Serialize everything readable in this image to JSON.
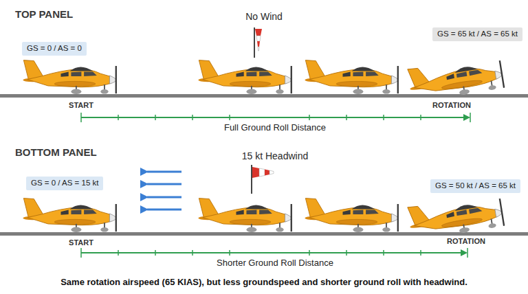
{
  "diagram": {
    "caption": "Same rotation airspeed (65 KIAS), but less groundspeed and shorter ground roll with headwind.",
    "nodes": [
      {
        "text": [
          "GS = 0 / AS = 0"
        ]
      },
      {
        "text": [
          "GS = 65 kt / AS = 65 kt"
        ]
      },
      {
        "text": [
          "GS = 0 / AS = 15 kt"
        ]
      },
      {
        "text": [
          "GS = 50 kt / AS = 65 kt"
        ]
      }
    ],
    "labels": [
      "TOP PANEL",
      "No Wind",
      "START",
      "ROTATION",
      "Full Ground Roll Distance",
      "BOTTOM PANEL",
      "15 kt Headwind",
      "START",
      "ROTATION",
      "Shorter Ground Roll Distance"
    ]
  }
}
